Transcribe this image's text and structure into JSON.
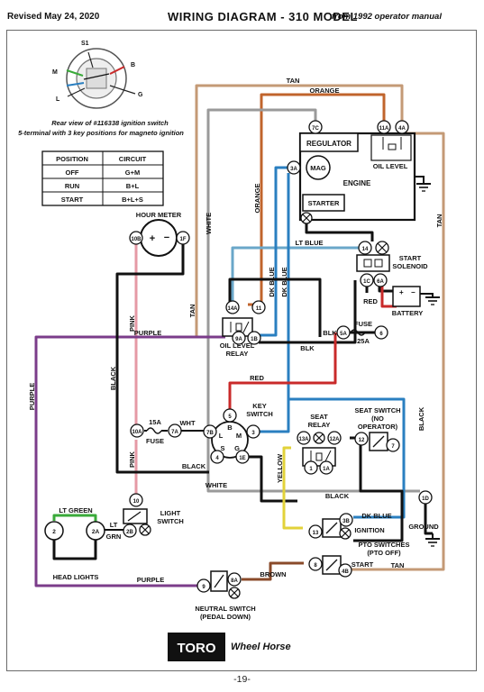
{
  "header": {
    "revised": "Revised May 24, 2020",
    "title": "WIRING DIAGRAM - 310 MODEL",
    "source": "from 1992 operator manual"
  },
  "switch_rear_view": {
    "caption_line1": "Rear view of #116338 ignition switch",
    "caption_line2": "5-terminal with 3 key positions for magneto ignition",
    "terminals": [
      "S1",
      "M",
      "B",
      "L",
      "G"
    ]
  },
  "key_table": {
    "headers": [
      "POSITION",
      "CIRCUIT"
    ],
    "rows": [
      [
        "OFF",
        "G+M"
      ],
      [
        "RUN",
        "B+L"
      ],
      [
        "START",
        "B+L+S"
      ]
    ]
  },
  "components": {
    "hour_meter": "HOUR METER",
    "regulator": "REGULATOR",
    "oil_level": "OIL LEVEL",
    "engine": "ENGINE",
    "mag": "MAG",
    "starter": "STARTER",
    "start_solenoid_1": "START",
    "start_solenoid_2": "SOLENOID",
    "battery": "BATTERY",
    "oil_level_relay_1": "OIL LEVEL",
    "oil_level_relay_2": "RELAY",
    "fuse_25a_1": "FUSE",
    "fuse_25a_2": "25A",
    "key_switch_1": "KEY",
    "key_switch_2": "SWITCH",
    "seat_relay_1": "SEAT",
    "seat_relay_2": "RELAY",
    "seat_switch_1": "SEAT SWITCH",
    "seat_switch_2": "(NO",
    "seat_switch_3": "OPERATOR)",
    "fuse_15a_1": "15A",
    "fuse_15a_2": "FUSE",
    "light_switch_1": "LIGHT",
    "light_switch_2": "SWITCH",
    "head_lights": "HEAD LIGHTS",
    "ignition": "IGNITION",
    "pto_switches_1": "PTO SWITCHES",
    "pto_switches_2": "(PTO OFF)",
    "start": "START",
    "neutral_switch_1": "NEUTRAL SWITCH",
    "neutral_switch_2": "(PEDAL DOWN)",
    "ground": "GROUND"
  },
  "wire_labels": {
    "tan": "TAN",
    "orange": "ORANGE",
    "white": "WHITE",
    "lt_blue": "LT BLUE",
    "dk_blue": "DK BLUE",
    "pink": "PINK",
    "purple": "PURPLE",
    "black": "BLACK",
    "blk": "BLK",
    "red": "RED",
    "wht": "WHT",
    "yellow": "YELLOW",
    "lt_green": "LT GREEN",
    "lt": "LT",
    "grn": "GRN",
    "brown": "BROWN"
  },
  "terminals": {
    "t7C": "7C",
    "t11A": "11A",
    "t4A": "4A",
    "t3A": "3A",
    "t10B": "10B",
    "t1F": "1F",
    "t14": "14",
    "t1C": "1C",
    "t6A": "6A",
    "t14A": "14A",
    "t11": "11",
    "t9A": "9A",
    "t1B": "1B",
    "t5A": "5A",
    "t6": "6",
    "t5": "5",
    "t3": "3",
    "t7B": "7B",
    "t4": "4",
    "t1E": "1E",
    "t13A": "13A",
    "t12A": "12A",
    "t1": "1",
    "t1A": "1A",
    "t12": "12",
    "t7": "7",
    "t10A": "10A",
    "t7A": "7A",
    "t10": "10",
    "t2B": "2B",
    "t2": "2",
    "t2A": "2A",
    "t1D": "1D",
    "t13": "13",
    "t3B": "3B",
    "t8": "8",
    "t4B": "4B",
    "t9": "9",
    "t8A": "8A"
  },
  "key_switch_terminals": [
    "B",
    "M",
    "L",
    "S",
    "G"
  ],
  "logo": {
    "brand": "TORO",
    "model": "Wheel Horse"
  },
  "page_number": "-19-",
  "colors": {
    "tan": "#c49a76",
    "orange": "#c0642c",
    "white_wire": "#9a9a9a",
    "lt_blue": "#6aa7c9",
    "dk_blue": "#2a7fc0",
    "pink": "#e59aa5",
    "purple": "#7b3c8a",
    "black": "#111111",
    "red": "#c92a2a",
    "yellow": "#e2d23a",
    "lt_green": "#3aaa3a",
    "brown": "#8a4a2a"
  }
}
